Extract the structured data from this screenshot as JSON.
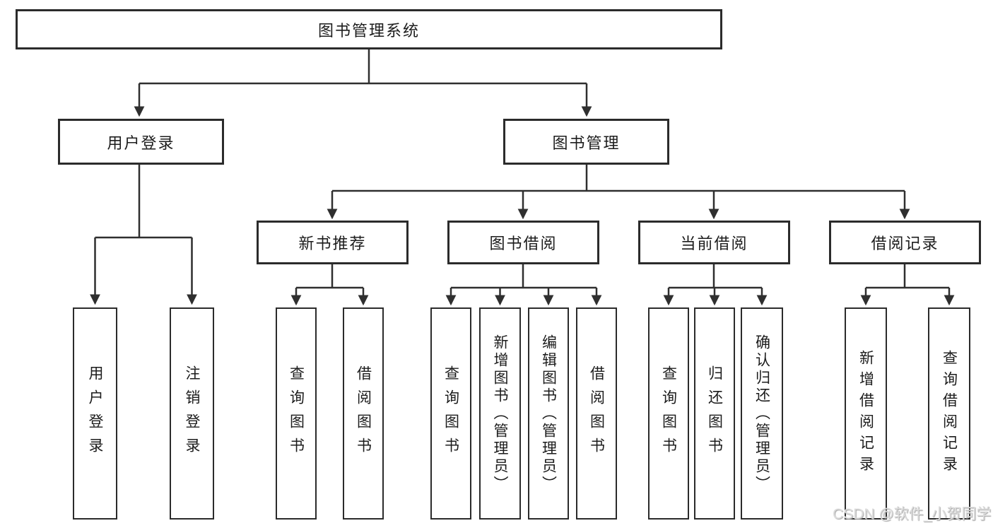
{
  "tree": {
    "root": {
      "label": "图书管理系统"
    },
    "branches": [
      {
        "label": "用户登录",
        "children": [
          {
            "label": "用户登录"
          },
          {
            "label": "注销登录"
          }
        ]
      },
      {
        "label": "图书管理",
        "children": [
          {
            "label": "新书推荐",
            "children": [
              {
                "label": "查询图书"
              },
              {
                "label": "借阅图书"
              }
            ]
          },
          {
            "label": "图书借阅",
            "children": [
              {
                "label": "查询图书"
              },
              {
                "label": "新增图书（管理员）"
              },
              {
                "label": "编辑图书（管理员）"
              },
              {
                "label": "借阅图书"
              }
            ]
          },
          {
            "label": "当前借阅",
            "children": [
              {
                "label": "查询图书"
              },
              {
                "label": "归还图书"
              },
              {
                "label": "确认归还（管理员）"
              }
            ]
          },
          {
            "label": "借阅记录",
            "children": [
              {
                "label": "新增借阅记录"
              },
              {
                "label": "查询借阅记录"
              }
            ]
          }
        ]
      }
    ]
  },
  "watermark": "CSDN @软件_小贺同学",
  "colors": {
    "line": "#2f2f2f",
    "box_border": "#2b2b2b",
    "box_fill": "#ffffff",
    "text": "#1c1c1c",
    "watermark_text": "#dcdcdc",
    "background": "#ffffff"
  }
}
